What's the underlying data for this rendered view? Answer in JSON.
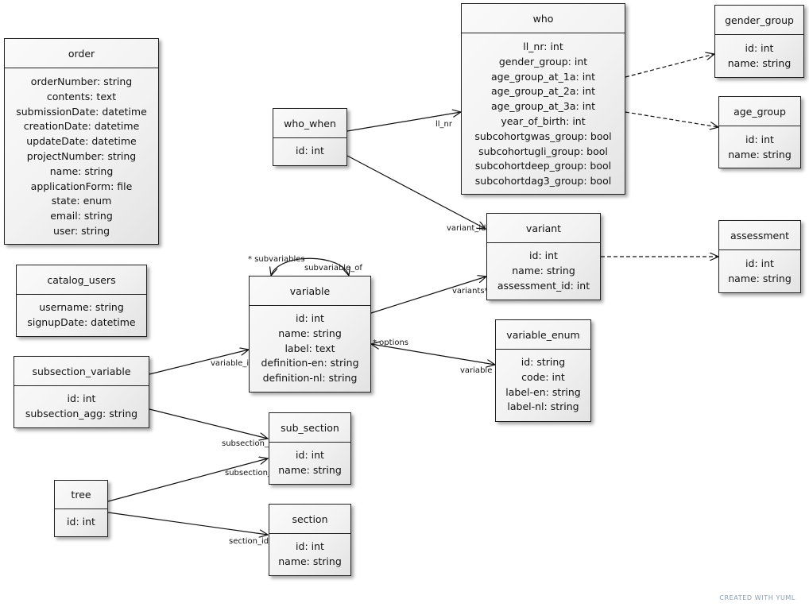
{
  "entities": {
    "order": {
      "name": "order",
      "attrs": [
        "orderNumber: string",
        "contents: text",
        "submissionDate: datetime",
        "creationDate: datetime",
        "updateDate: datetime",
        "projectNumber: string",
        "name: string",
        "applicationForm: file",
        "state: enum",
        "email: string",
        "user: string"
      ]
    },
    "catalog_users": {
      "name": "catalog_users",
      "attrs": [
        "username: string",
        "signupDate: datetime"
      ]
    },
    "subsection_variable": {
      "name": "subsection_variable",
      "attrs": [
        "id: int",
        "subsection_agg: string"
      ]
    },
    "tree": {
      "name": "tree",
      "attrs": [
        "id: int"
      ]
    },
    "who_when": {
      "name": "who_when",
      "attrs": [
        "id: int"
      ]
    },
    "variable": {
      "name": "variable",
      "attrs": [
        "id: int",
        "name: string",
        "label: text",
        "definition-en: string",
        "definition-nl: string"
      ]
    },
    "sub_section": {
      "name": "sub_section",
      "attrs": [
        "id: int",
        "name: string"
      ]
    },
    "section": {
      "name": "section",
      "attrs": [
        "id: int",
        "name: string"
      ]
    },
    "who": {
      "name": "who",
      "attrs": [
        "ll_nr: int",
        "gender_group: int",
        "age_group_at_1a: int",
        "age_group_at_2a: int",
        "age_group_at_3a: int",
        "year_of_birth: int",
        "subcohortgwas_group: bool",
        "subcohortugli_group: bool",
        "subcohortdeep_group: bool",
        "subcohortdag3_group: bool"
      ]
    },
    "variant": {
      "name": "variant",
      "attrs": [
        "id: int",
        "name: string",
        "assessment_id: int"
      ]
    },
    "variable_enum": {
      "name": "variable_enum",
      "attrs": [
        "id: string",
        "code: int",
        "label-en: string",
        "label-nl: string"
      ]
    },
    "gender_group": {
      "name": "gender_group",
      "attrs": [
        "id: int",
        "name: string"
      ]
    },
    "age_group": {
      "name": "age_group",
      "attrs": [
        "id: int",
        "name: string"
      ]
    },
    "assessment": {
      "name": "assessment",
      "attrs": [
        "id: int",
        "name: string"
      ]
    }
  },
  "labels": {
    "ll_nr": "ll_nr",
    "variant_id": "variant_id",
    "subvariables": "* subvariables",
    "subvariable_of": "subvariable_of",
    "variants": "variants*",
    "options": "* options",
    "variable": "variable",
    "variable_id": "variable_id",
    "subsection_id_1": "subsection_id",
    "subsection_id_2": "subsection_id",
    "section_id": "section_id"
  },
  "credit": "CREATED WITH YUML"
}
